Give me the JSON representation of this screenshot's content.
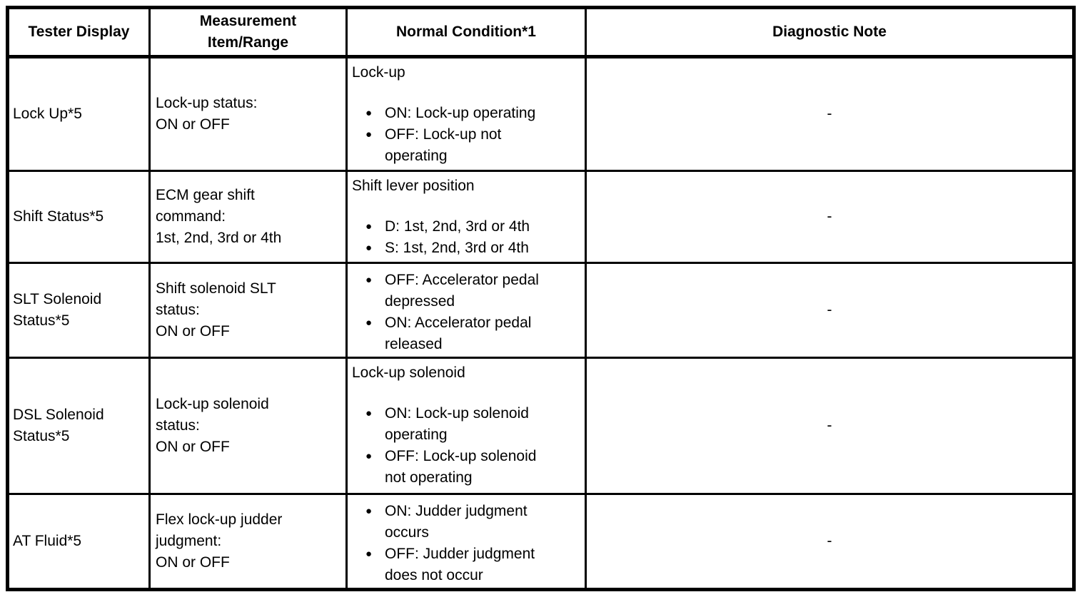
{
  "icons": {
    "bullet": "●"
  },
  "colors": {
    "border": "#000000",
    "text": "#000000",
    "background": "#ffffff"
  },
  "table": {
    "columns": [
      {
        "label": "Tester Display"
      },
      {
        "label": "Measurement\nItem/Range"
      },
      {
        "label": "Normal Condition*1"
      },
      {
        "label": "Diagnostic Note"
      }
    ],
    "rows": [
      {
        "tester_display": "Lock Up*5",
        "measurement_item_range": "Lock-up status:\nON or OFF",
        "normal_condition": {
          "intro": "Lock-up",
          "bullets": [
            "ON: Lock-up operating",
            "OFF: Lock-up not\noperating"
          ]
        },
        "diagnostic_note": "-"
      },
      {
        "tester_display": "Shift Status*5",
        "measurement_item_range": "ECM gear shift\ncommand:\n1st, 2nd, 3rd or 4th",
        "normal_condition": {
          "intro": "Shift lever position",
          "bullets": [
            "D: 1st, 2nd, 3rd or 4th",
            "S: 1st, 2nd, 3rd or 4th"
          ]
        },
        "diagnostic_note": "-"
      },
      {
        "tester_display": "SLT Solenoid\nStatus*5",
        "measurement_item_range": "Shift solenoid SLT\nstatus:\nON or OFF",
        "normal_condition": {
          "intro": "",
          "bullets": [
            "OFF: Accelerator pedal\ndepressed",
            "ON: Accelerator pedal\nreleased"
          ]
        },
        "diagnostic_note": "-"
      },
      {
        "tester_display": "DSL Solenoid\nStatus*5",
        "measurement_item_range": "Lock-up solenoid\nstatus:\nON or OFF",
        "normal_condition": {
          "intro": "Lock-up solenoid",
          "bullets": [
            "ON: Lock-up solenoid\noperating",
            "OFF: Lock-up solenoid\nnot operating"
          ]
        },
        "diagnostic_note": "-"
      },
      {
        "tester_display": "AT Fluid*5",
        "measurement_item_range": "Flex lock-up judder\njudgment:\nON or OFF",
        "normal_condition": {
          "intro": "",
          "bullets": [
            "ON: Judder judgment\noccurs",
            "OFF: Judder judgment\ndoes not occur"
          ]
        },
        "diagnostic_note": "-"
      }
    ]
  }
}
